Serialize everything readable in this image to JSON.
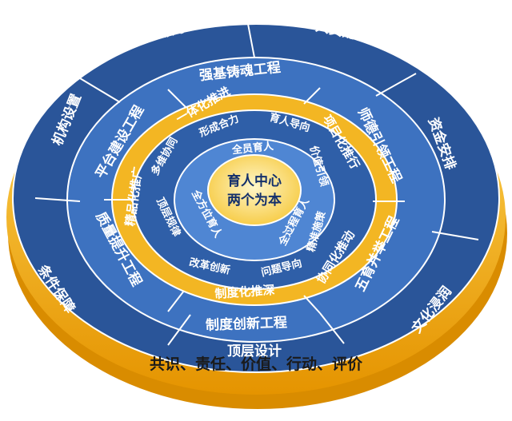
{
  "outer_ring": [
    "党的领导",
    "人员配备",
    "资金安排",
    "文化浸润",
    "顶层设计",
    "条件保障",
    "机构设置"
  ],
  "ring4": [
    "强基铸魂工程",
    "师德引领工程",
    "五育并举工程",
    "制度创新工程",
    "质量提升工程",
    "平台建设工程"
  ],
  "ring3": [
    "一体化推进",
    "项目化推行",
    "协同化推动",
    "制度化推深",
    "精品化推广"
  ],
  "ring2": [
    "形成合力",
    "育人导向",
    "价值引领",
    "精准施策",
    "问题导向",
    "改革创新",
    "顶层规律",
    "多维协同"
  ],
  "ring1": [
    "全员育人",
    "全过程育人",
    "全方位育人"
  ],
  "core": {
    "line1": "育人中心",
    "line2": "两个为本"
  },
  "base_text": "共识、责任、价值、行动、评价",
  "colors": {
    "navy": "#1f4a8f",
    "blue": "#3a6fbe",
    "lightblue": "#5a8fd6",
    "gold": "#f3b623",
    "cream": "#ffe79a"
  }
}
